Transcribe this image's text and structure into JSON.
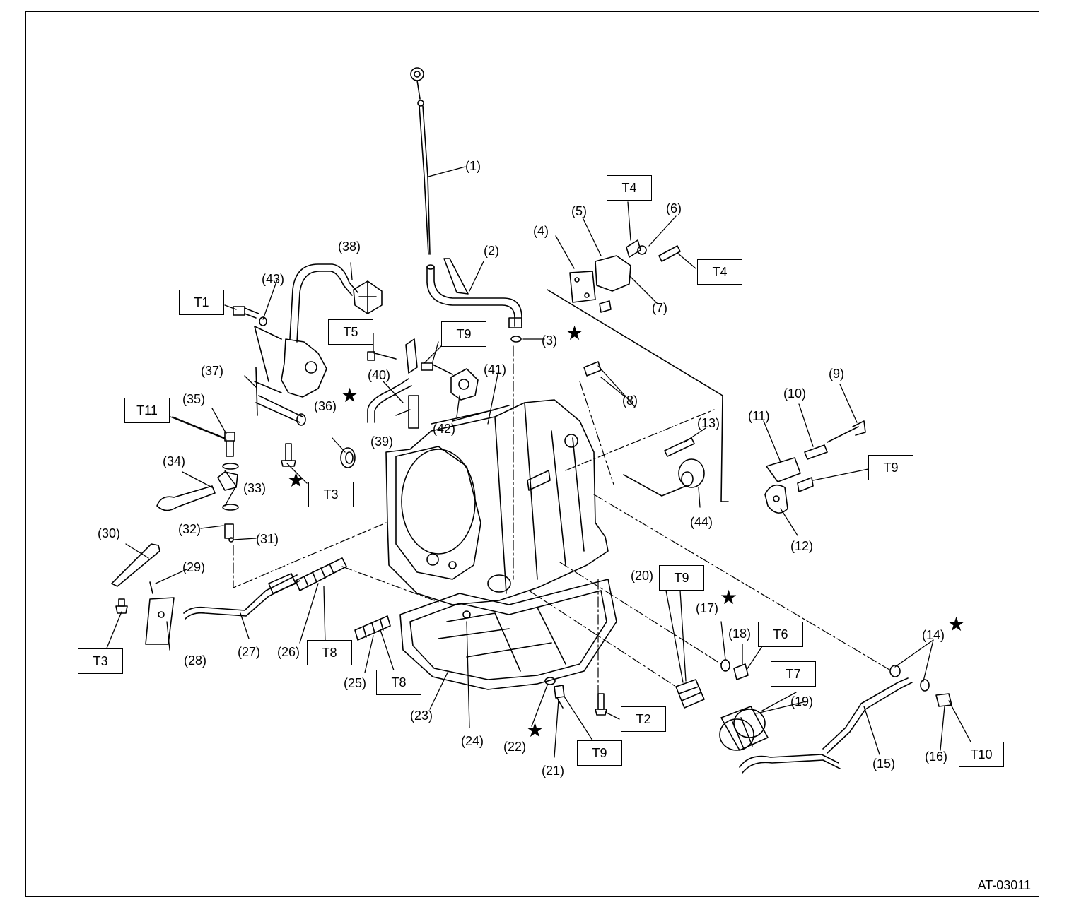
{
  "figure_id": "AT-03011",
  "callouts": [
    "(1)",
    "(2)",
    "(3)",
    "(4)",
    "(5)",
    "(6)",
    "(7)",
    "(8)",
    "(9)",
    "(10)",
    "(11)",
    "(12)",
    "(13)",
    "(14)",
    "(15)",
    "(16)",
    "(17)",
    "(18)",
    "(19)",
    "(20)",
    "(21)",
    "(22)",
    "(23)",
    "(24)",
    "(25)",
    "(26)",
    "(27)",
    "(28)",
    "(29)",
    "(30)",
    "(31)",
    "(32)",
    "(33)",
    "(34)",
    "(35)",
    "(36)",
    "(37)",
    "(38)",
    "(39)",
    "(40)",
    "(41)",
    "(42)",
    "(43)",
    "(44)"
  ],
  "torque_boxes": [
    "T1",
    "T2",
    "T3",
    "T4",
    "T5",
    "T6",
    "T7",
    "T8",
    "T9",
    "T10",
    "T11"
  ],
  "star_symbol": "★",
  "colors": {
    "line": "#000000",
    "background": "#ffffff"
  }
}
